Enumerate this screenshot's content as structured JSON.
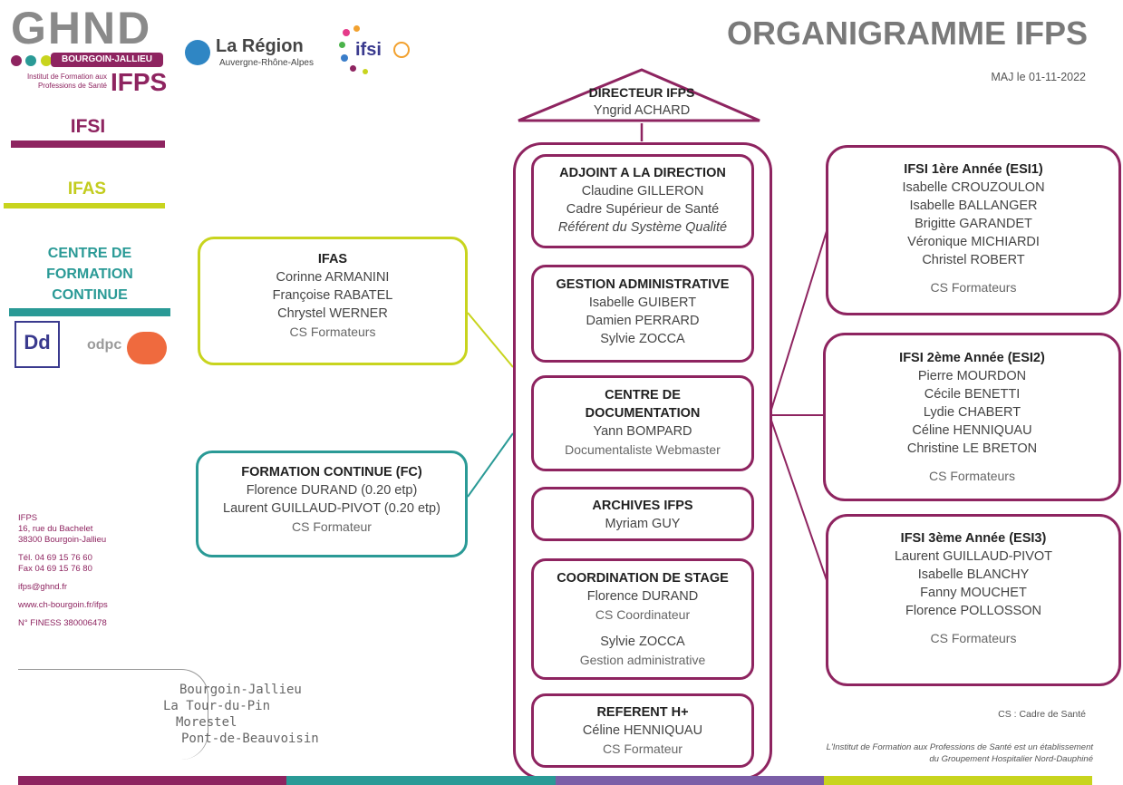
{
  "header": {
    "title": "ORGANIGRAMME IFPS",
    "update": "MAJ le 01-11-2022",
    "logo_ghnd": "GHND",
    "logo_city": "BOURGOIN-JALLIEU",
    "logo_institut": "Institut de Formation aux Professions de Santé",
    "logo_ifps": "IFPS",
    "region_name": "La Région",
    "region_sub": "Auvergne-Rhône-Alpes",
    "ifsi_logo": "ifsi"
  },
  "sidebar": {
    "ifsi": "IFSI",
    "ifas": "IFAS",
    "cfc": [
      "CENTRE DE",
      "FORMATION",
      "CONTINUE"
    ],
    "odpc": "odpc",
    "address": [
      "IFPS",
      "16, rue du Bachelet",
      "38300 Bourgoin-Jallieu"
    ],
    "phone": [
      "Tél. 04 69 15 76 60",
      "Fax 04 69 15 76 80"
    ],
    "email": "ifps@ghnd.fr",
    "web": "www.ch-bourgoin.fr/ifps",
    "finess": "N° FINESS 380006478",
    "cities": [
      "Bourgoin-Jallieu",
      "La Tour-du-Pin",
      "Morestel",
      "Pont-de-Beauvoisin"
    ]
  },
  "director": {
    "title": "DIRECTEUR IFPS",
    "name": "Yngrid ACHARD"
  },
  "center": {
    "adjoint": {
      "title": "ADJOINT A LA DIRECTION",
      "name": "Claudine GILLERON",
      "role": "Cadre Supérieur de Santé",
      "note": "Référent du Système Qualité"
    },
    "gestion": {
      "title": "GESTION ADMINISTRATIVE",
      "names": [
        "Isabelle GUIBERT",
        "Damien PERRARD",
        "Sylvie ZOCCA"
      ]
    },
    "doc": {
      "title1": "CENTRE DE",
      "title2": "DOCUMENTATION",
      "name": "Yann BOMPARD",
      "role": "Documentaliste Webmaster"
    },
    "archives": {
      "title": "ARCHIVES IFPS",
      "name": "Myriam GUY"
    },
    "coord": {
      "title": "COORDINATION DE STAGE",
      "name1": "Florence DURAND",
      "role1": "CS Coordinateur",
      "name2": "Sylvie ZOCCA",
      "role2": "Gestion administrative"
    },
    "referent": {
      "title": "REFERENT H+",
      "name": "Céline HENNIQUAU",
      "role": "CS Formateur"
    }
  },
  "ifas": {
    "title": "IFAS",
    "names": [
      "Corinne ARMANINI",
      "Françoise RABATEL",
      "Chrystel WERNER"
    ],
    "role": "CS Formateurs"
  },
  "fc": {
    "title": "FORMATION CONTINUE (FC)",
    "names": [
      "Florence DURAND (0.20 etp)",
      "Laurent GUILLAUD-PIVOT (0.20 etp)"
    ],
    "role": "CS Formateur"
  },
  "year1": {
    "title": "IFSI 1ère Année (ESI1)",
    "names": [
      "Isabelle CROUZOULON",
      "Isabelle BALLANGER",
      "Brigitte GARANDET",
      "Véronique MICHIARDI",
      "Christel ROBERT"
    ],
    "role": "CS Formateurs"
  },
  "year2": {
    "title": "IFSI 2ème Année (ESI2)",
    "names": [
      "Pierre MOURDON",
      "Cécile BENETTI",
      "Lydie CHABERT",
      "Céline HENNIQUAU",
      "Christine LE BRETON"
    ],
    "role": "CS Formateurs"
  },
  "year3": {
    "title": "IFSI 3ème Année (ESI3)",
    "names": [
      "Laurent GUILLAUD-PIVOT",
      "Isabelle BLANCHY",
      "Fanny MOUCHET",
      "Florence POLLOSSON"
    ],
    "role": "CS Formateurs"
  },
  "footer": {
    "cs_note": "CS : Cadre de Santé",
    "legal1": "L'Institut de Formation aux Professions de Santé est un établissement",
    "legal2": "du Groupement Hospitalier Nord-Dauphiné"
  },
  "colors": {
    "plum": "#8e2460",
    "lime": "#c8d41e",
    "teal": "#2a9a96",
    "lavender": "#7b5ea7",
    "grey": "#7a7a7a"
  }
}
